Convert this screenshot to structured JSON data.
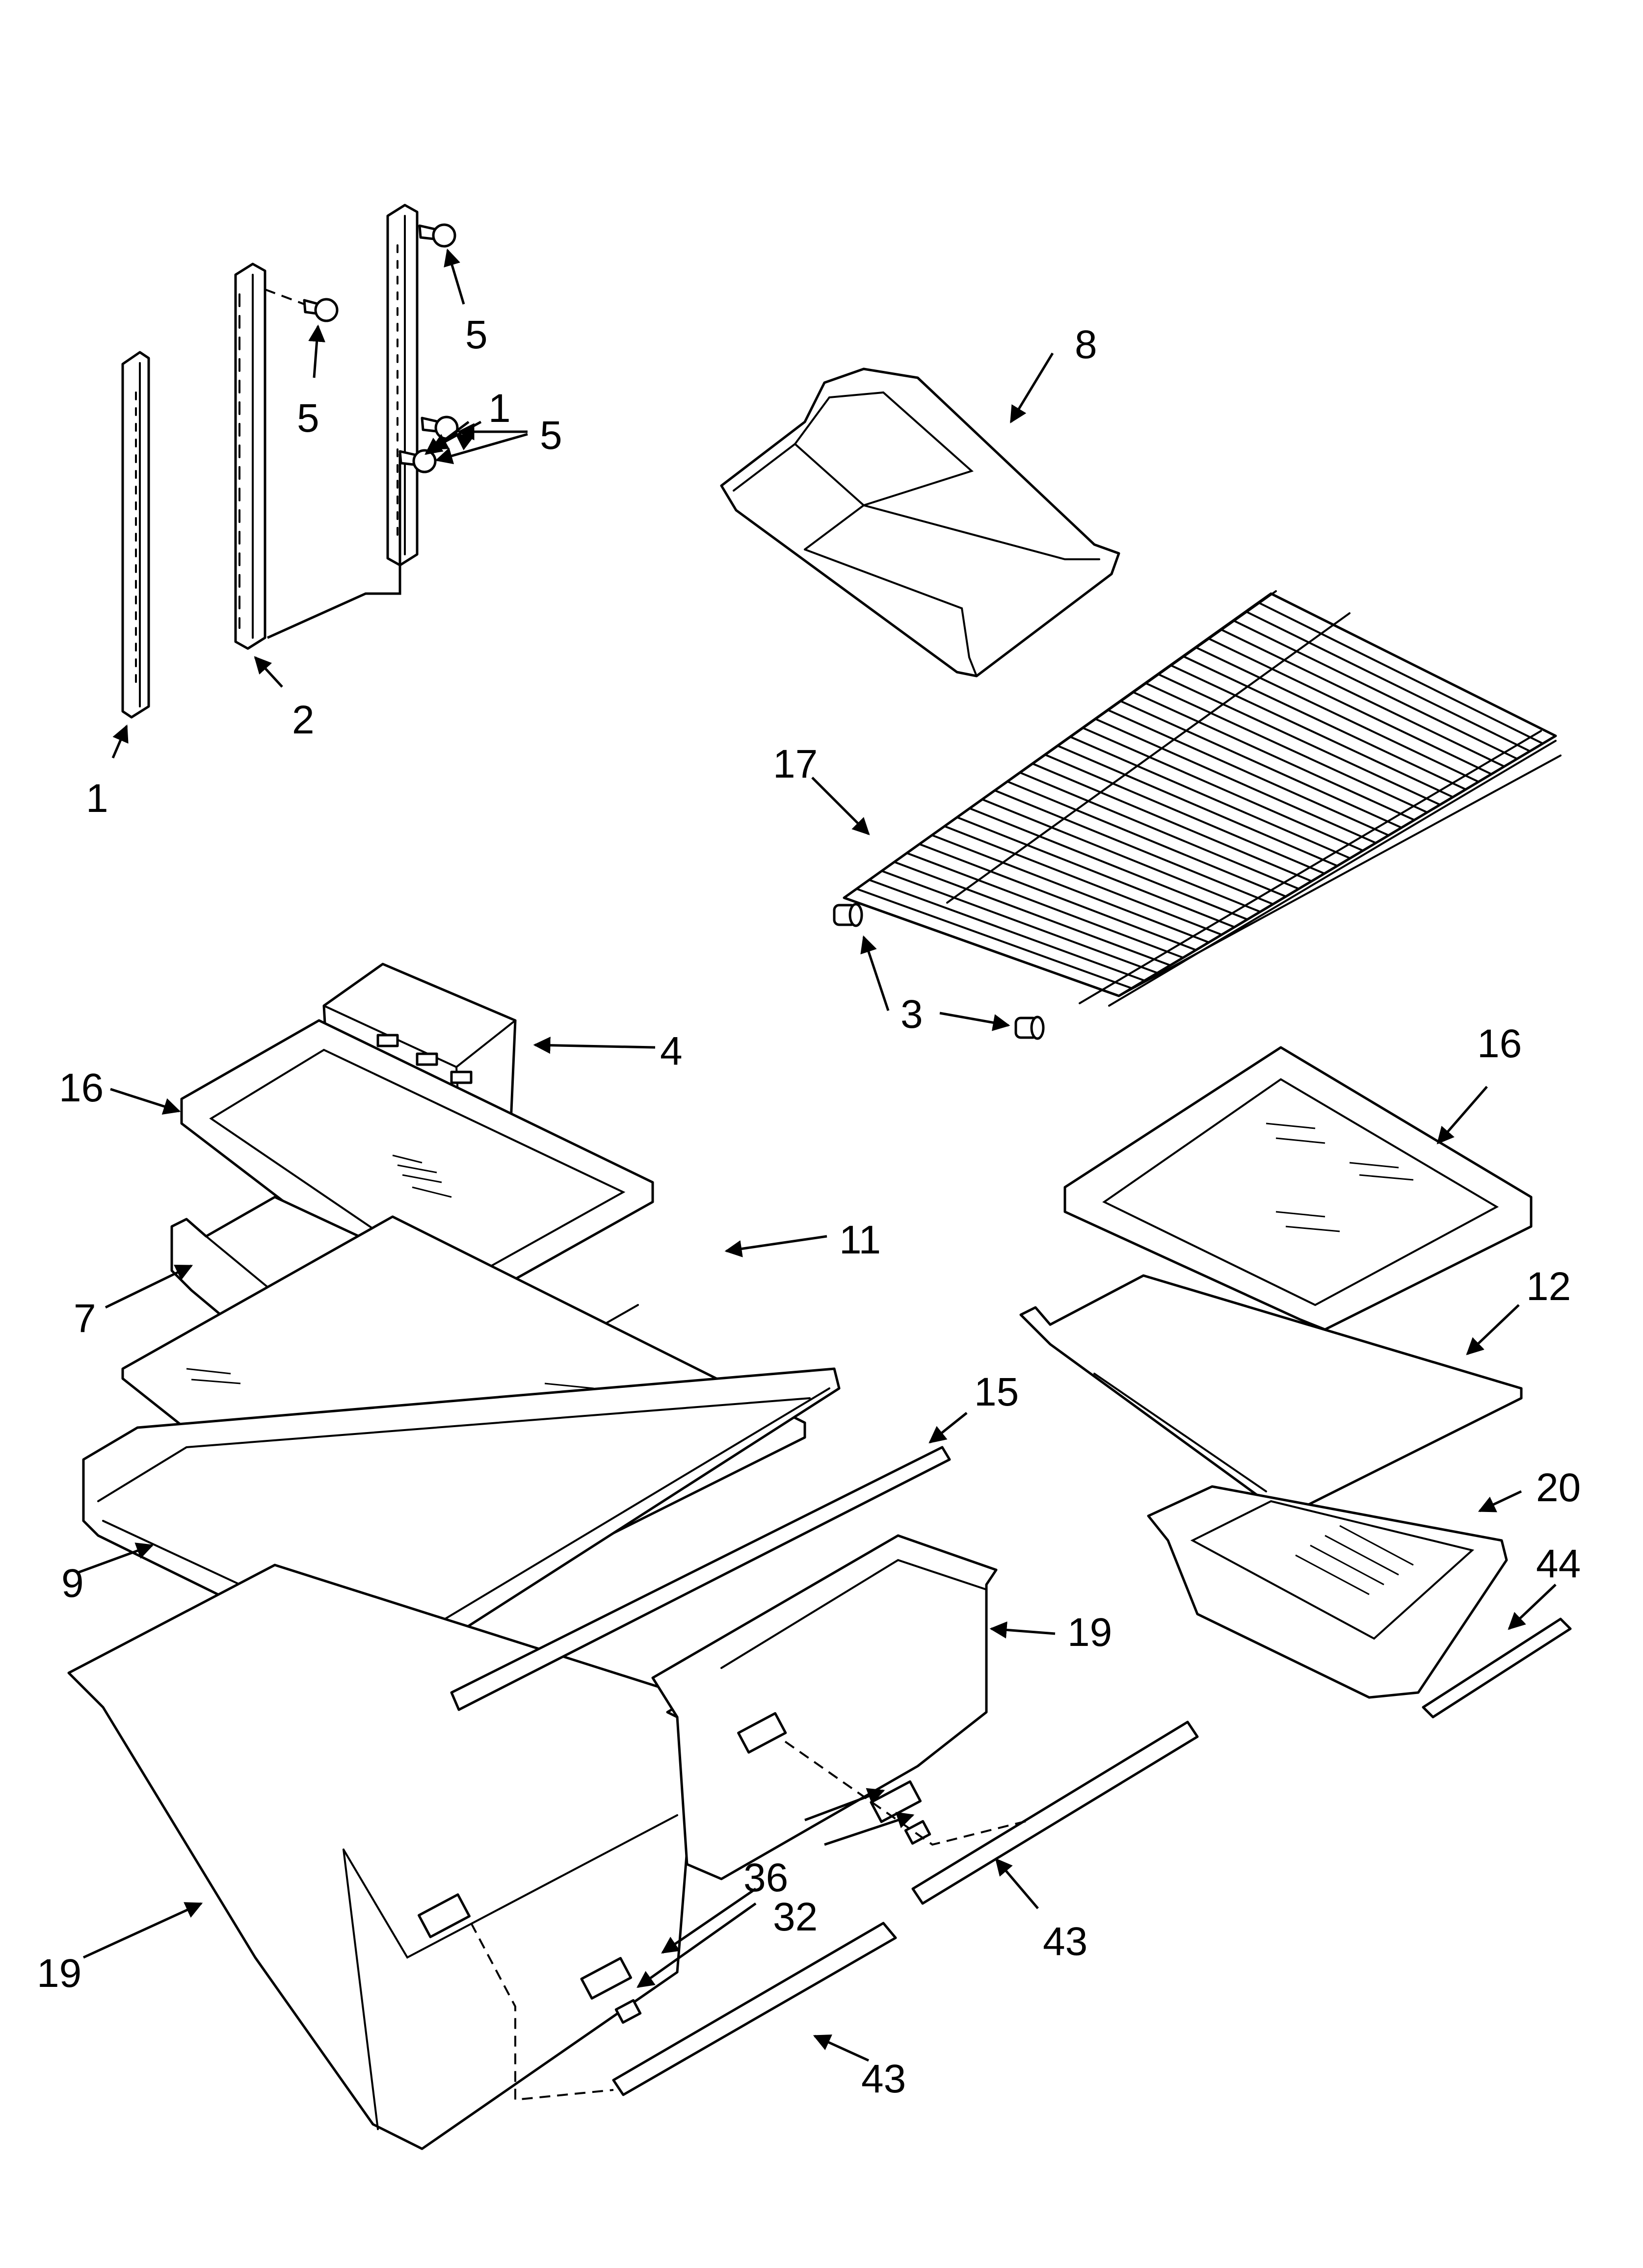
{
  "diagram": {
    "callouts": {
      "c1a": "1",
      "c1b": "1",
      "c2": "2",
      "c5a": "5",
      "c5b": "5",
      "c5c": "5",
      "c8": "8",
      "c17": "17",
      "c3": "3",
      "c4": "4",
      "c16a": "16",
      "c16b": "16",
      "c11": "11",
      "c7": "7",
      "c12": "12",
      "c15": "15",
      "c9": "9",
      "c20": "20",
      "c44": "44",
      "c19a": "19",
      "c19b": "19",
      "c36": "36",
      "c32": "32",
      "c43a": "43",
      "c43b": "43"
    }
  }
}
